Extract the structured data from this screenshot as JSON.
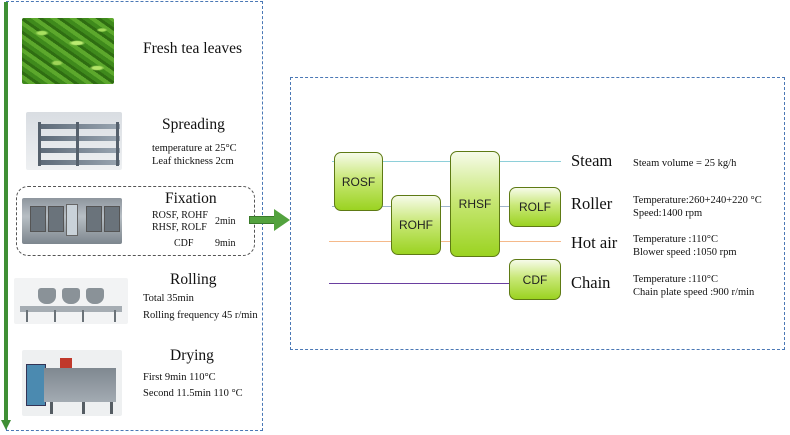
{
  "steps": {
    "fresh": {
      "title": "Fresh tea leaves"
    },
    "spreading": {
      "title": "Spreading",
      "line1": "temperature at 25°C",
      "line2": "Leaf thickness 2cm"
    },
    "fixation": {
      "title": "Fixation",
      "row1a": "ROSF, ROHF",
      "row1b": "RHSF, ROLF",
      "row1_time": "2min",
      "row2a": "CDF",
      "row2_time": "9min"
    },
    "rolling": {
      "title": "Rolling",
      "line1": "Total 35min",
      "line2": "Rolling frequency 45 r/min"
    },
    "drying": {
      "title": "Drying",
      "line1": "First 9min 110°C",
      "line2": "Second 11.5min 110 °C"
    }
  },
  "nodes": {
    "rosf": "ROSF",
    "rohf": "ROHF",
    "rhsf": "RHSF",
    "rolf": "ROLF",
    "cdf": "CDF"
  },
  "media": {
    "steam": {
      "label": "Steam",
      "line_color": "#8ecfd9",
      "param1": "Steam volume = 25 kg/h"
    },
    "roller": {
      "label": "Roller",
      "line_color": "#9fb4cc",
      "param1": "Temperature:260+240+220 °C",
      "param2": "Speed:1400 rpm"
    },
    "hot_air": {
      "label": "Hot air",
      "line_color": "#f5b98a",
      "param1": "Temperature :110°C",
      "param2": "Blower speed :1050 rpm"
    },
    "chain": {
      "label": "Chain",
      "line_color": "#6a3fa0",
      "param1": "Temperature :110°C",
      "param2": "Chain plate speed :900 r/min"
    }
  },
  "colors": {
    "process_arrow": "#3f8f35",
    "node_fill": "#b9e05a",
    "panel_border": "#4a78b5"
  }
}
